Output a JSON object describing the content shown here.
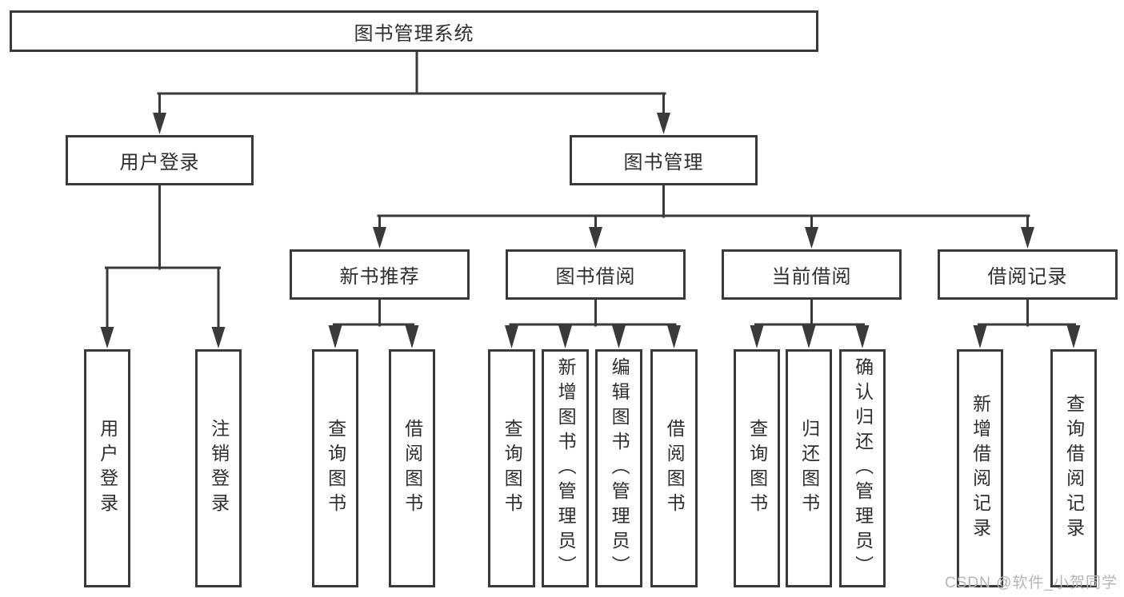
{
  "tree": {
    "root": {
      "label": "图书管理系统",
      "children": [
        {
          "label": "用户登录",
          "children": [
            {
              "label": "用户登录"
            },
            {
              "label": "注销登录"
            }
          ]
        },
        {
          "label": "图书管理",
          "children": [
            {
              "label": "新书推荐",
              "children": [
                {
                  "label": "查询图书"
                },
                {
                  "label": "借阅图书"
                }
              ]
            },
            {
              "label": "图书借阅",
              "children": [
                {
                  "label": "查询图书"
                },
                {
                  "label": "新增图书（管理员）"
                },
                {
                  "label": "编辑图书（管理员）"
                },
                {
                  "label": "借阅图书"
                }
              ]
            },
            {
              "label": "当前借阅",
              "children": [
                {
                  "label": "查询图书"
                },
                {
                  "label": "归还图书"
                },
                {
                  "label": "确认归还（管理员）"
                }
              ]
            },
            {
              "label": "借阅记录",
              "children": [
                {
                  "label": "新增借阅记录"
                },
                {
                  "label": "查询借阅记录"
                }
              ]
            }
          ]
        }
      ]
    }
  },
  "watermark": {
    "text": "CSDN @软件_小贺同学",
    "color": "#b6b6b6"
  },
  "colors": {
    "line": "#3a3a3a",
    "box_border": "#3a3a3a",
    "text": "#2e2e2e",
    "background": "#ffffff"
  }
}
